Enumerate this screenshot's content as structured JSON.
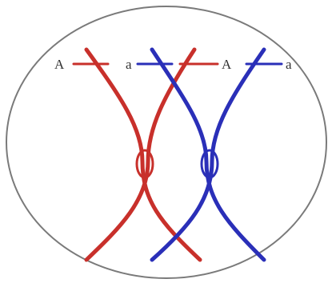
{
  "colors": {
    "cell_outline": "#7a7a7a",
    "red": "#c8302b",
    "blue": "#2a2fb8"
  },
  "labels": {
    "red_left": "A",
    "blue_left": "a",
    "red_right": "A",
    "blue_right": "a"
  }
}
